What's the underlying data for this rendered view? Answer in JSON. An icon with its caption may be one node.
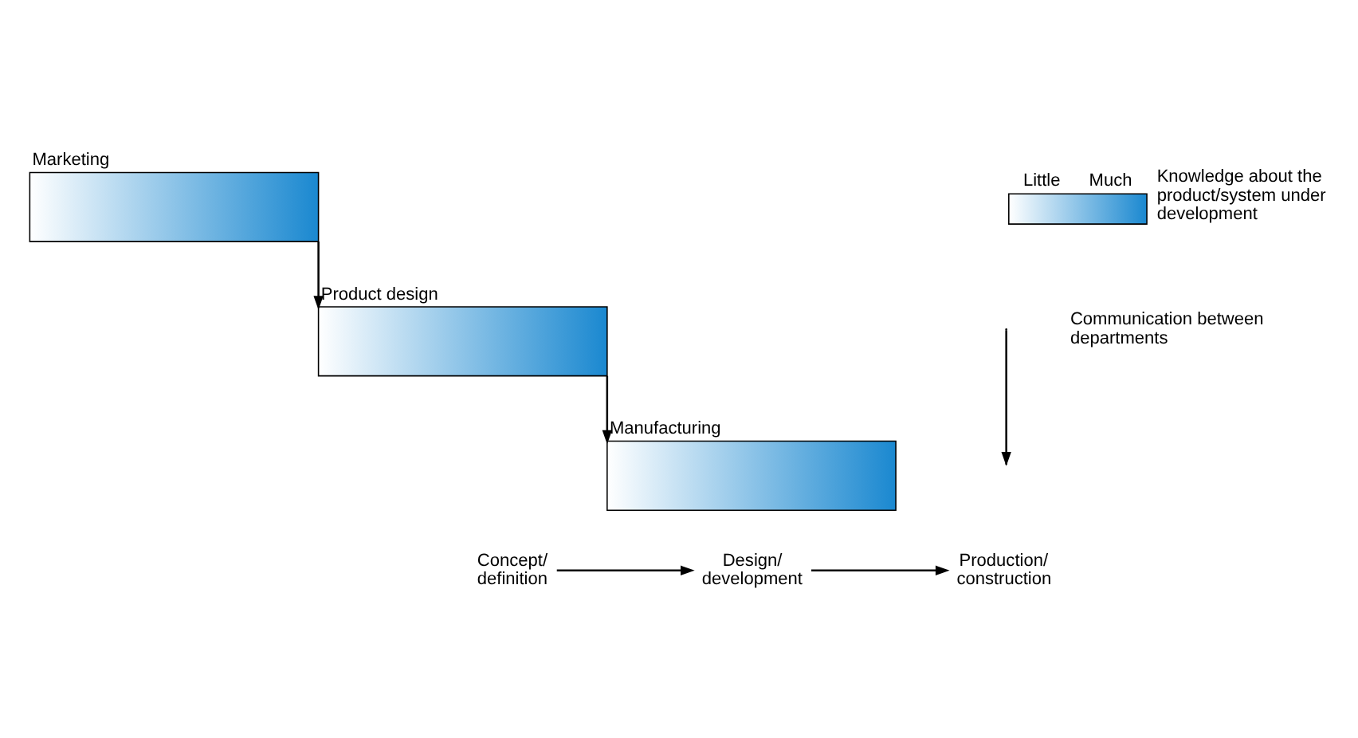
{
  "diagram": {
    "nodes": [
      {
        "text": [
          "Marketing"
        ]
      },
      {
        "text": [
          "Product design"
        ]
      },
      {
        "text": [
          "Manufacturing"
        ]
      },
      {
        "text": [
          "Concept/ definition"
        ]
      },
      {
        "text": [
          "Design/ development"
        ]
      },
      {
        "text": [
          "Production/ construction"
        ]
      }
    ],
    "edges": [
      {
        "from": 0,
        "to": 1,
        "arrow": "to"
      },
      {
        "from": 1,
        "to": 2,
        "arrow": "to"
      },
      {
        "from": 3,
        "to": 4,
        "arrow": "to"
      },
      {
        "from": 4,
        "to": 5,
        "arrow": "to"
      }
    ],
    "labels": [
      "Little",
      "Much"
    ],
    "legend": [
      {
        "text": "Knowledge about the product/system under development"
      },
      {
        "text": "Communication between departments"
      }
    ]
  }
}
